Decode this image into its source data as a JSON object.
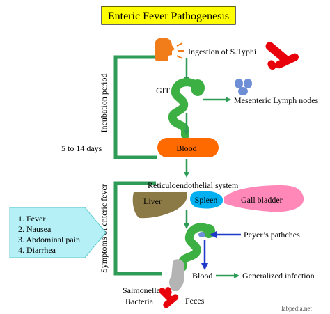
{
  "title": "Enteric Fever Pathogenesis",
  "incubation_label": "Incubation period",
  "duration_label": "5 to 14 days",
  "symptoms_label": "Symptoms of enteric fever",
  "ingestion_label": "Ingestion of S.Typhi",
  "git_label": "GIT",
  "mesenteric_label": "Mesenteric Lymph nodes",
  "blood_label": "Blood",
  "res_label": "Reticuloendothelial system",
  "liver_label": "Liver",
  "spleen_label": "Spleen",
  "gallbladder_label": "Gall bladder",
  "peyers_label": "Peyer’s pathches",
  "blood2_label": "Blood",
  "generalized_label": "Generalized infection",
  "salmonella_line1": "Salmonella",
  "salmonella_line2": "Bacteria",
  "feces_label": "Feces",
  "symptoms": [
    "1. Fever",
    "2. Nausea",
    "3. Abdominal pain",
    "4. Diarrhea"
  ],
  "watermark": "labpedia.net",
  "colors": {
    "title_fill": "#ffff00",
    "green": "#2e9b57",
    "intestine": "#3cb043",
    "blood_pill": "#ff6a00",
    "liver": "#8c7a46",
    "spleen": "#00b0f0",
    "gallbladder": "#ff88b8",
    "lymph": "#6e8fd6",
    "symptom_box": "#b4f0f5",
    "bacteria": "#e8000b",
    "blue_arrow": "#1f3ac8",
    "feces": "#b4b4b4"
  },
  "icons": [
    "head-icon",
    "bacteria-icon",
    "lymph-node-icon",
    "intestine-icon"
  ]
}
